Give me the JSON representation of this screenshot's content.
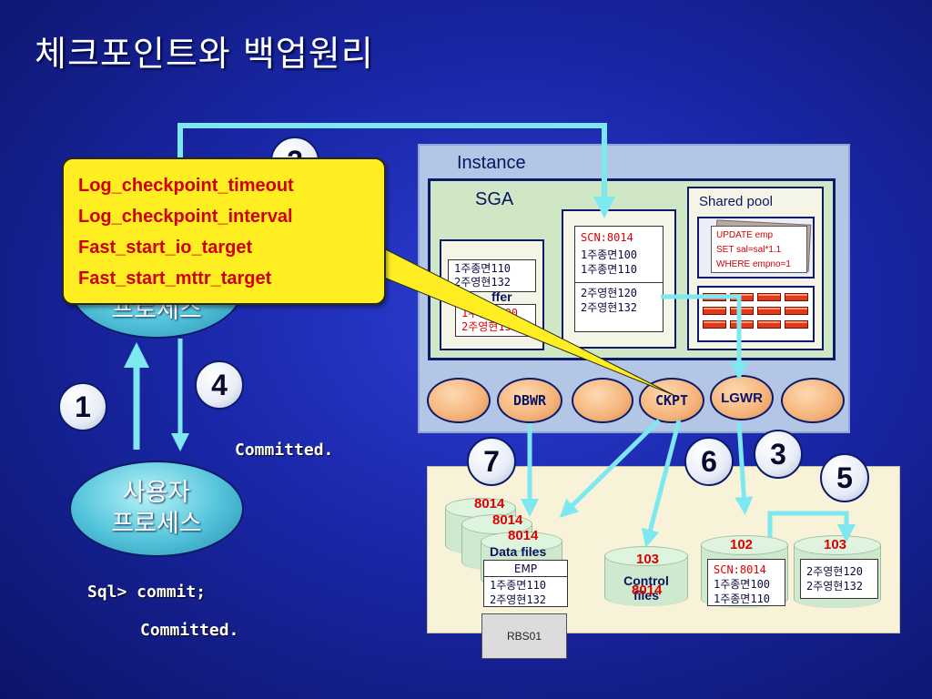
{
  "title": "체크포인트와 백업원리",
  "callout": {
    "lines": [
      "Log_checkpoint_timeout",
      "Log_checkpoint_interval",
      "Fast_start_io_target",
      "Fast_start_mttr_target"
    ]
  },
  "partial_number": "2",
  "server_process_partial": "프로세스",
  "user_process": {
    "line1": "사용자",
    "line2": "프로세스"
  },
  "step_numbers": {
    "n1": "1",
    "n3": "3",
    "n4": "4",
    "n5": "5",
    "n6": "6",
    "n7": "7"
  },
  "committed_top": "Committed.",
  "sql_commit": "Sql> commit;",
  "committed_bottom": "Committed.",
  "instance": {
    "label": "Instance",
    "sga_label": "SGA",
    "shared_pool": {
      "label": "Shared pool",
      "sql_lines": [
        "UPDATE emp",
        "SET sal=sal*1.1",
        "WHERE empno=1"
      ]
    },
    "db_buffer": {
      "rows_white": [
        "1주종면110",
        "2주영현132"
      ],
      "partial_label": "ffer",
      "rows_red": [
        "1주종면100",
        "2주영현132"
      ]
    },
    "redo_buffer": {
      "scn": "SCN:8014",
      "group1": [
        "1주종면100",
        "1주종면110"
      ],
      "group2": [
        "2주영현120",
        "2주영현132"
      ]
    },
    "processes": [
      "DBWR",
      "CKPT",
      "LGWR"
    ]
  },
  "disks": {
    "datafiles": {
      "scn_values": [
        "8014",
        "8014",
        "8014"
      ],
      "label": "Data files",
      "emp": {
        "label": "EMP",
        "rows": [
          "1주종면110",
          "2주영현132"
        ]
      },
      "rbs": "RBS01"
    },
    "control_files": {
      "value": "103",
      "label_line1": "Control",
      "label_line2": "files",
      "scn": "8014"
    },
    "redo_log_1": {
      "value": "102",
      "scn": "SCN:8014",
      "rows": [
        "1주종면100",
        "1주종면110"
      ]
    },
    "redo_log_2": {
      "value": "103",
      "rows": [
        "2주영현120",
        "2주영현132"
      ]
    }
  }
}
